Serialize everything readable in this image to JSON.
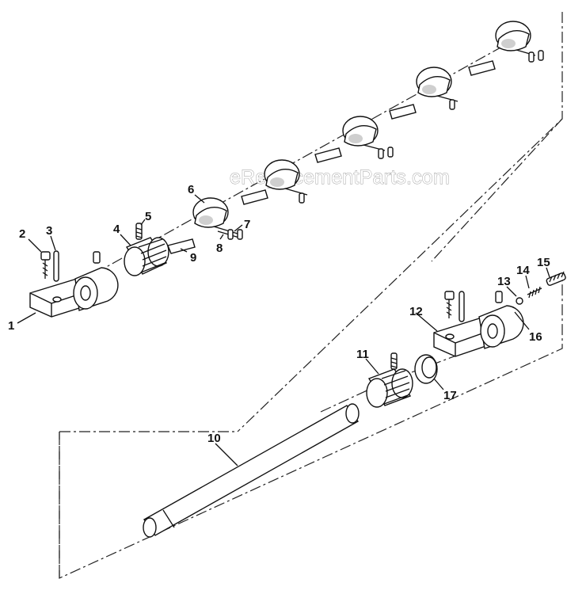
{
  "watermark": "eReplacementParts.com",
  "callouts": [
    "1",
    "2",
    "3",
    "4",
    "5",
    "6",
    "7",
    "8",
    "9",
    "10",
    "11",
    "12",
    "13",
    "14",
    "15",
    "16",
    "17"
  ]
}
